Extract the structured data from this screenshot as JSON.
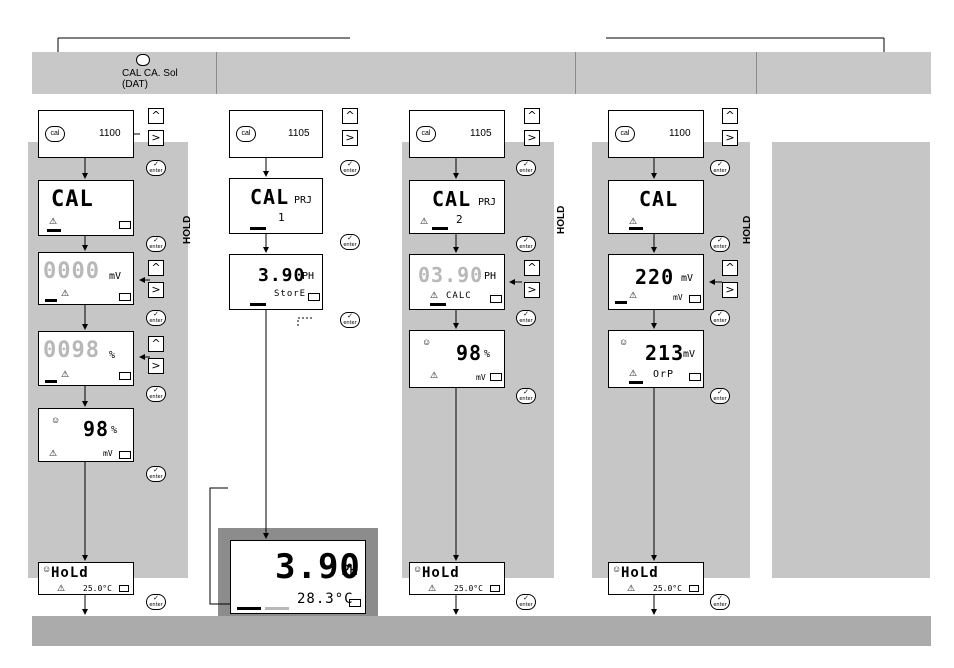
{
  "header": {
    "cell1_line1": "CAL CA. Sol",
    "cell1_line2": "(DAT)",
    "hold_label": "HOLD"
  },
  "icons": {
    "cal_key": "cal",
    "enter_key": "enter",
    "up": "^",
    "right": ">"
  },
  "columns": [
    {
      "code": "1100",
      "displays": [
        {
          "main": "CAL"
        },
        {
          "main": "0000",
          "unit": "mV"
        },
        {
          "main": "0098",
          "unit": "%"
        },
        {
          "main": "98",
          "unit": "%",
          "aux": "mV"
        },
        {
          "main": "HoLd",
          "aux": "25.0°C"
        }
      ]
    },
    {
      "code": "1105",
      "displays": [
        {
          "main": "CAL",
          "unit": "PRJ",
          "sub": "1"
        },
        {
          "main": "3.90",
          "unit": "PH",
          "sub": "StorE"
        },
        {
          "main": "3.90",
          "unit": "PH",
          "sub": "28.3°C"
        }
      ]
    },
    {
      "code": "1105",
      "displays": [
        {
          "main": "CAL",
          "unit": "PRJ",
          "sub": "2"
        },
        {
          "main": "03.90",
          "unit": "PH",
          "sub": "CALC"
        },
        {
          "main": "98",
          "unit": "%",
          "aux": "mV"
        },
        {
          "main": "HoLd",
          "aux": "25.0°C"
        }
      ]
    },
    {
      "code": "1100",
      "displays": [
        {
          "main": "CAL"
        },
        {
          "main": "220",
          "unit": "mV",
          "aux": "mV"
        },
        {
          "main": "213",
          "unit": "mV",
          "sub": "OrP"
        },
        {
          "main": "HoLd",
          "aux": "25.0°C"
        }
      ]
    }
  ]
}
